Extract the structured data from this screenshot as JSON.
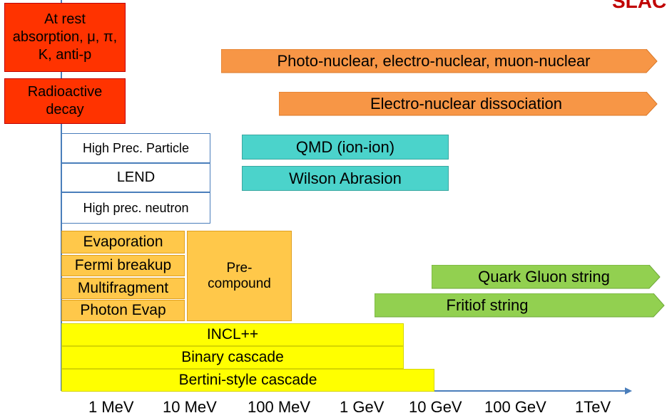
{
  "logo_text": "SLAC",
  "colors": {
    "red": "#ff3300",
    "orange": "#f79646",
    "teal": "#4bd3cb",
    "light_orange": "#ffc84a",
    "green": "#92d050",
    "yellow": "#ffff00",
    "axis": "#4a7ebb"
  },
  "boxes": {
    "at_rest": "At rest absorption, μ, π, K, anti-p",
    "radioactive": "Radioactive decay",
    "hp_particle": "High Prec. Particle",
    "lend": "LEND",
    "hp_neutron": "High prec. neutron",
    "qmd": "QMD (ion-ion)",
    "wilson": "Wilson Abrasion",
    "evaporation": "Evaporation",
    "fermi": "Fermi breakup",
    "multifragment": "Multifragment",
    "photon_evap": "Photon Evap",
    "precompound": "Pre-\ncompound",
    "incl": "INCL++",
    "binary": "Binary cascade",
    "bertini": "Bertini-style cascade"
  },
  "arrows": {
    "photo": "Photo-nuclear, electro-nuclear, muon-nuclear",
    "electro": "Electro-nuclear dissociation",
    "quark": "Quark Gluon string",
    "fritiof": "Fritiof string"
  },
  "axis_ticks": [
    "1 MeV",
    "10 MeV",
    "100 MeV",
    "1 GeV",
    "10 GeV",
    "100 GeV",
    "1TeV"
  ]
}
